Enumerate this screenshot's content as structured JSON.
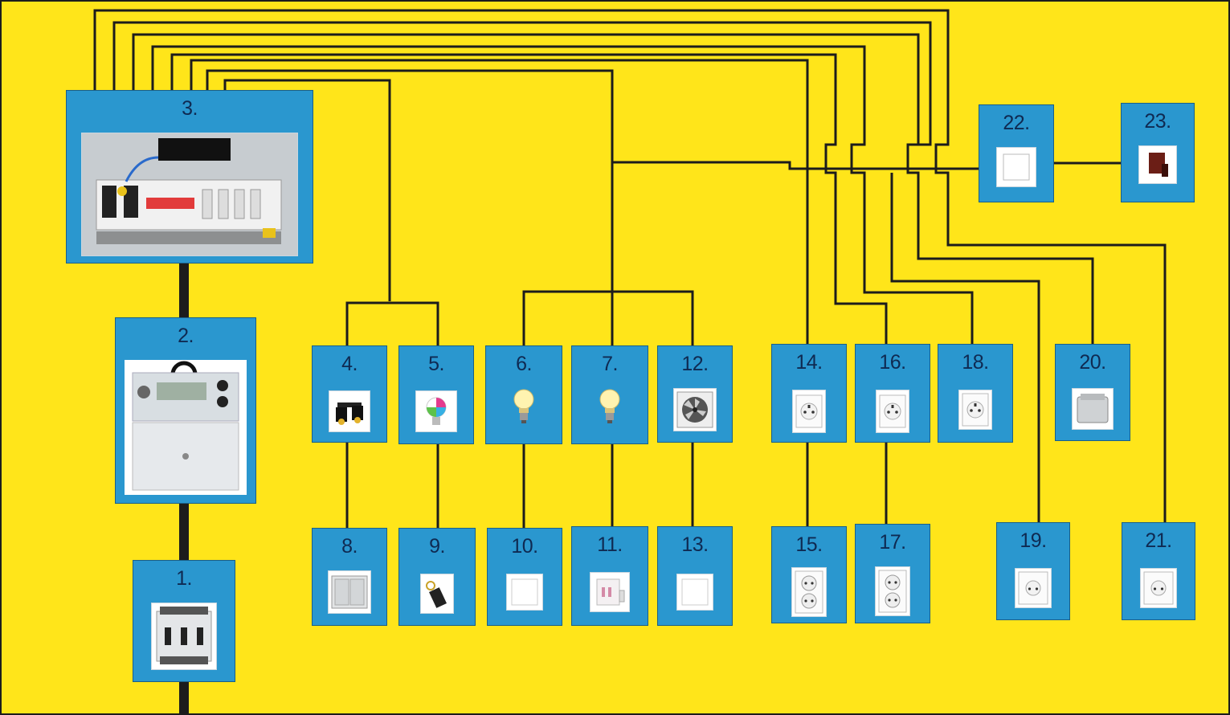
{
  "colors": {
    "background": "#ffe51a",
    "box": "#2a97cf",
    "label": "#0f2a52",
    "wire": "#1c1c1c"
  },
  "diagram": {
    "components": [
      {
        "id": "c1",
        "label": "1.",
        "icon": "circuit-breaker-icon"
      },
      {
        "id": "c2",
        "label": "2.",
        "icon": "electricity-meter-icon"
      },
      {
        "id": "c3",
        "label": "3.",
        "icon": "distribution-panel-icon"
      },
      {
        "id": "c4",
        "label": "4.",
        "icon": "spotlight-icon"
      },
      {
        "id": "c5",
        "label": "5.",
        "icon": "rgb-bulb-icon"
      },
      {
        "id": "c6",
        "label": "6.",
        "icon": "light-bulb-icon"
      },
      {
        "id": "c7",
        "label": "7.",
        "icon": "light-bulb-icon"
      },
      {
        "id": "c8",
        "label": "8.",
        "icon": "double-switch-icon"
      },
      {
        "id": "c9",
        "label": "9.",
        "icon": "remote-control-icon"
      },
      {
        "id": "c10",
        "label": "10.",
        "icon": "switch-icon"
      },
      {
        "id": "c11",
        "label": "11.",
        "icon": "timer-switch-icon"
      },
      {
        "id": "c12",
        "label": "12.",
        "icon": "fan-icon"
      },
      {
        "id": "c13",
        "label": "13.",
        "icon": "switch-icon"
      },
      {
        "id": "c14",
        "label": "14.",
        "icon": "socket-icon"
      },
      {
        "id": "c15",
        "label": "15.",
        "icon": "double-socket-icon"
      },
      {
        "id": "c16",
        "label": "16.",
        "icon": "socket-icon"
      },
      {
        "id": "c17",
        "label": "17.",
        "icon": "double-socket-icon"
      },
      {
        "id": "c18",
        "label": "18.",
        "icon": "socket-icon"
      },
      {
        "id": "c19",
        "label": "19.",
        "icon": "socket-icon"
      },
      {
        "id": "c20",
        "label": "20.",
        "icon": "junction-box-icon"
      },
      {
        "id": "c21",
        "label": "21.",
        "icon": "socket-icon"
      },
      {
        "id": "c22",
        "label": "22.",
        "icon": "switch-icon"
      },
      {
        "id": "c23",
        "label": "23.",
        "icon": "bell-icon"
      }
    ]
  }
}
